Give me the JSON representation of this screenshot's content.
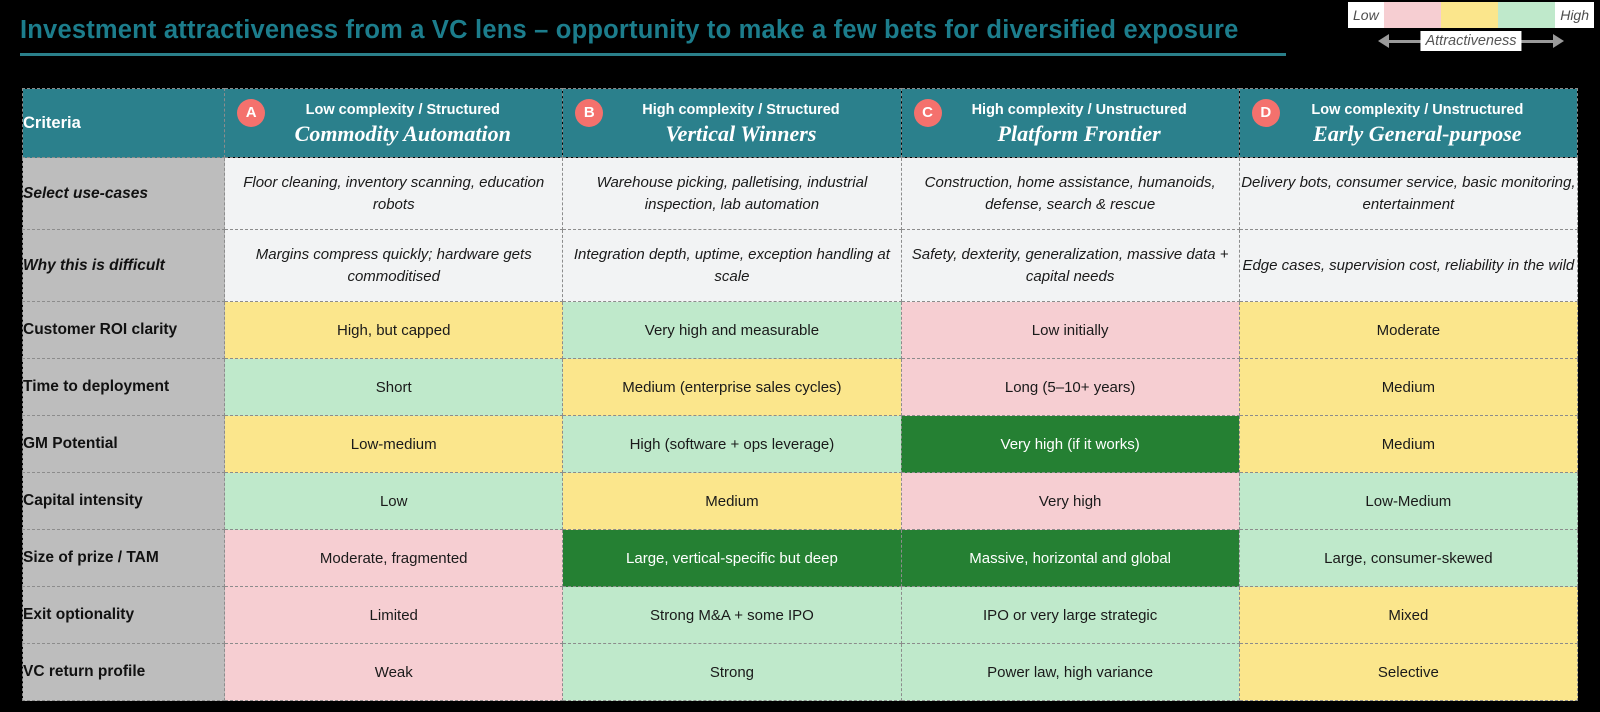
{
  "title": "Investment attractiveness from a VC lens – opportunity to make a few bets for diversified exposure",
  "legend": {
    "low_label": "Low",
    "high_label": "High",
    "axis_label": "Attractiveness",
    "swatches": [
      "#f6ced2",
      "#fbe68c",
      "#bfe9cb"
    ],
    "low_color": "#f6ced2",
    "mid_color": "#fbe68c",
    "high_color": "#bfe9cb"
  },
  "colors": {
    "header_teal": "#2b808c",
    "badge_coral": "#f4716d",
    "criteria_gray": "#bdbdbd",
    "neutral": "#f2f3f4",
    "pink": "#f6ced2",
    "yellow": "#fbe68c",
    "green": "#bfe9cb",
    "dark_green": "#258033",
    "title_teal": "#1c7d8c"
  },
  "table": {
    "criteria_header": "Criteria",
    "columns": [
      {
        "badge": "A",
        "subtitle": "Low complexity / Structured",
        "name": "Commodity Automation"
      },
      {
        "badge": "B",
        "subtitle": "High complexity / Structured",
        "name": "Vertical Winners"
      },
      {
        "badge": "C",
        "subtitle": "High complexity / Unstructured",
        "name": "Platform Frontier"
      },
      {
        "badge": "D",
        "subtitle": "Low complexity / Unstructured",
        "name": "Early General-purpose"
      }
    ],
    "rows": [
      {
        "criteria": "Select use-cases",
        "style": "narrative",
        "cells": [
          {
            "text": "Floor cleaning, inventory scanning, education robots",
            "bg": "neutral"
          },
          {
            "text": "Warehouse picking, palletising, industrial inspection, lab automation",
            "bg": "neutral"
          },
          {
            "text": "Construction, home assistance, humanoids, defense, search & rescue",
            "bg": "neutral"
          },
          {
            "text": "Delivery bots, consumer service, basic monitoring, entertainment",
            "bg": "neutral"
          }
        ]
      },
      {
        "criteria": "Why this is difficult",
        "style": "narrative",
        "cells": [
          {
            "text": "Margins compress quickly; hardware gets commoditised",
            "bg": "neutral"
          },
          {
            "text": "Integration depth, uptime, exception handling at scale",
            "bg": "neutral"
          },
          {
            "text": "Safety, dexterity, generalization, massive data + capital needs",
            "bg": "neutral"
          },
          {
            "text": "Edge cases, supervision cost, reliability in the wild",
            "bg": "neutral"
          }
        ]
      },
      {
        "criteria": "Customer ROI clarity",
        "style": "rating",
        "cells": [
          {
            "text": "High, but capped",
            "bg": "yellow"
          },
          {
            "text": "Very high and measurable",
            "bg": "green"
          },
          {
            "text": "Low initially",
            "bg": "pink"
          },
          {
            "text": "Moderate",
            "bg": "yellow"
          }
        ]
      },
      {
        "criteria": "Time to deployment",
        "style": "rating",
        "cells": [
          {
            "text": "Short",
            "bg": "green"
          },
          {
            "text": "Medium (enterprise sales cycles)",
            "bg": "yellow"
          },
          {
            "text": "Long (5–10+ years)",
            "bg": "pink"
          },
          {
            "text": "Medium",
            "bg": "yellow"
          }
        ]
      },
      {
        "criteria": "GM Potential",
        "style": "rating",
        "cells": [
          {
            "text": "Low-medium",
            "bg": "yellow"
          },
          {
            "text": "High (software + ops leverage)",
            "bg": "green"
          },
          {
            "text": "Very high (if it works)",
            "bg": "dark"
          },
          {
            "text": "Medium",
            "bg": "yellow"
          }
        ]
      },
      {
        "criteria": "Capital intensity",
        "style": "rating",
        "cells": [
          {
            "text": "Low",
            "bg": "green"
          },
          {
            "text": "Medium",
            "bg": "yellow"
          },
          {
            "text": "Very high",
            "bg": "pink"
          },
          {
            "text": "Low-Medium",
            "bg": "green"
          }
        ]
      },
      {
        "criteria": "Size of prize / TAM",
        "style": "rating",
        "cells": [
          {
            "text": "Moderate, fragmented",
            "bg": "pink"
          },
          {
            "text": "Large, vertical-specific but deep",
            "bg": "dark"
          },
          {
            "text": "Massive, horizontal and global",
            "bg": "dark"
          },
          {
            "text": "Large, consumer-skewed",
            "bg": "green"
          }
        ]
      },
      {
        "criteria": "Exit optionality",
        "style": "rating",
        "cells": [
          {
            "text": "Limited",
            "bg": "pink"
          },
          {
            "text": "Strong M&A + some IPO",
            "bg": "green"
          },
          {
            "text": "IPO or very large strategic",
            "bg": "green"
          },
          {
            "text": "Mixed",
            "bg": "yellow"
          }
        ]
      },
      {
        "criteria": "VC return profile",
        "style": "rating",
        "cells": [
          {
            "text": "Weak",
            "bg": "pink"
          },
          {
            "text": "Strong",
            "bg": "green"
          },
          {
            "text": "Power law, high variance",
            "bg": "green"
          },
          {
            "text": "Selective",
            "bg": "yellow"
          }
        ]
      }
    ]
  }
}
